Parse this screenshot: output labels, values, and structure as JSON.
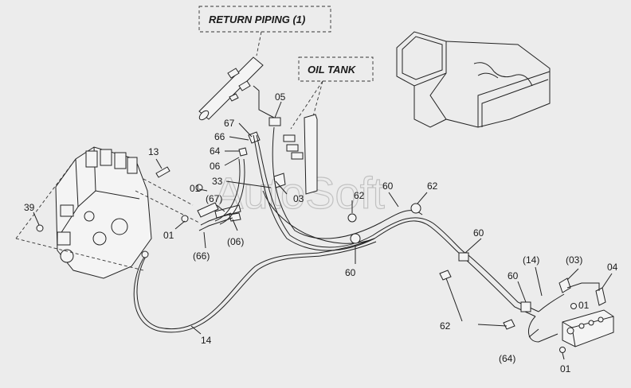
{
  "callouts": {
    "return_piping": "RETURN PIPING (1)",
    "oil_tank": "OIL TANK"
  },
  "watermark": "AutoSoft",
  "labels": {
    "p05": "05",
    "p67": "67",
    "p66": "66",
    "p64": "64",
    "p06": "06",
    "p33": "33",
    "p03": "03",
    "p13": "13",
    "p01a": "01",
    "p67b": "(67)",
    "p39": "39",
    "p01b": "01",
    "p66b": "(66)",
    "p06b": "(06)",
    "p62a": "62",
    "p60a": "60",
    "p62b": "62",
    "p60b": "60",
    "p60c": "60",
    "p14a": "(14)",
    "p03b": "(03)",
    "p04": "04",
    "p60d": "60",
    "p01c": "01",
    "p62c": "62",
    "p64b": "(64)",
    "p01d": "01",
    "p14": "14"
  }
}
